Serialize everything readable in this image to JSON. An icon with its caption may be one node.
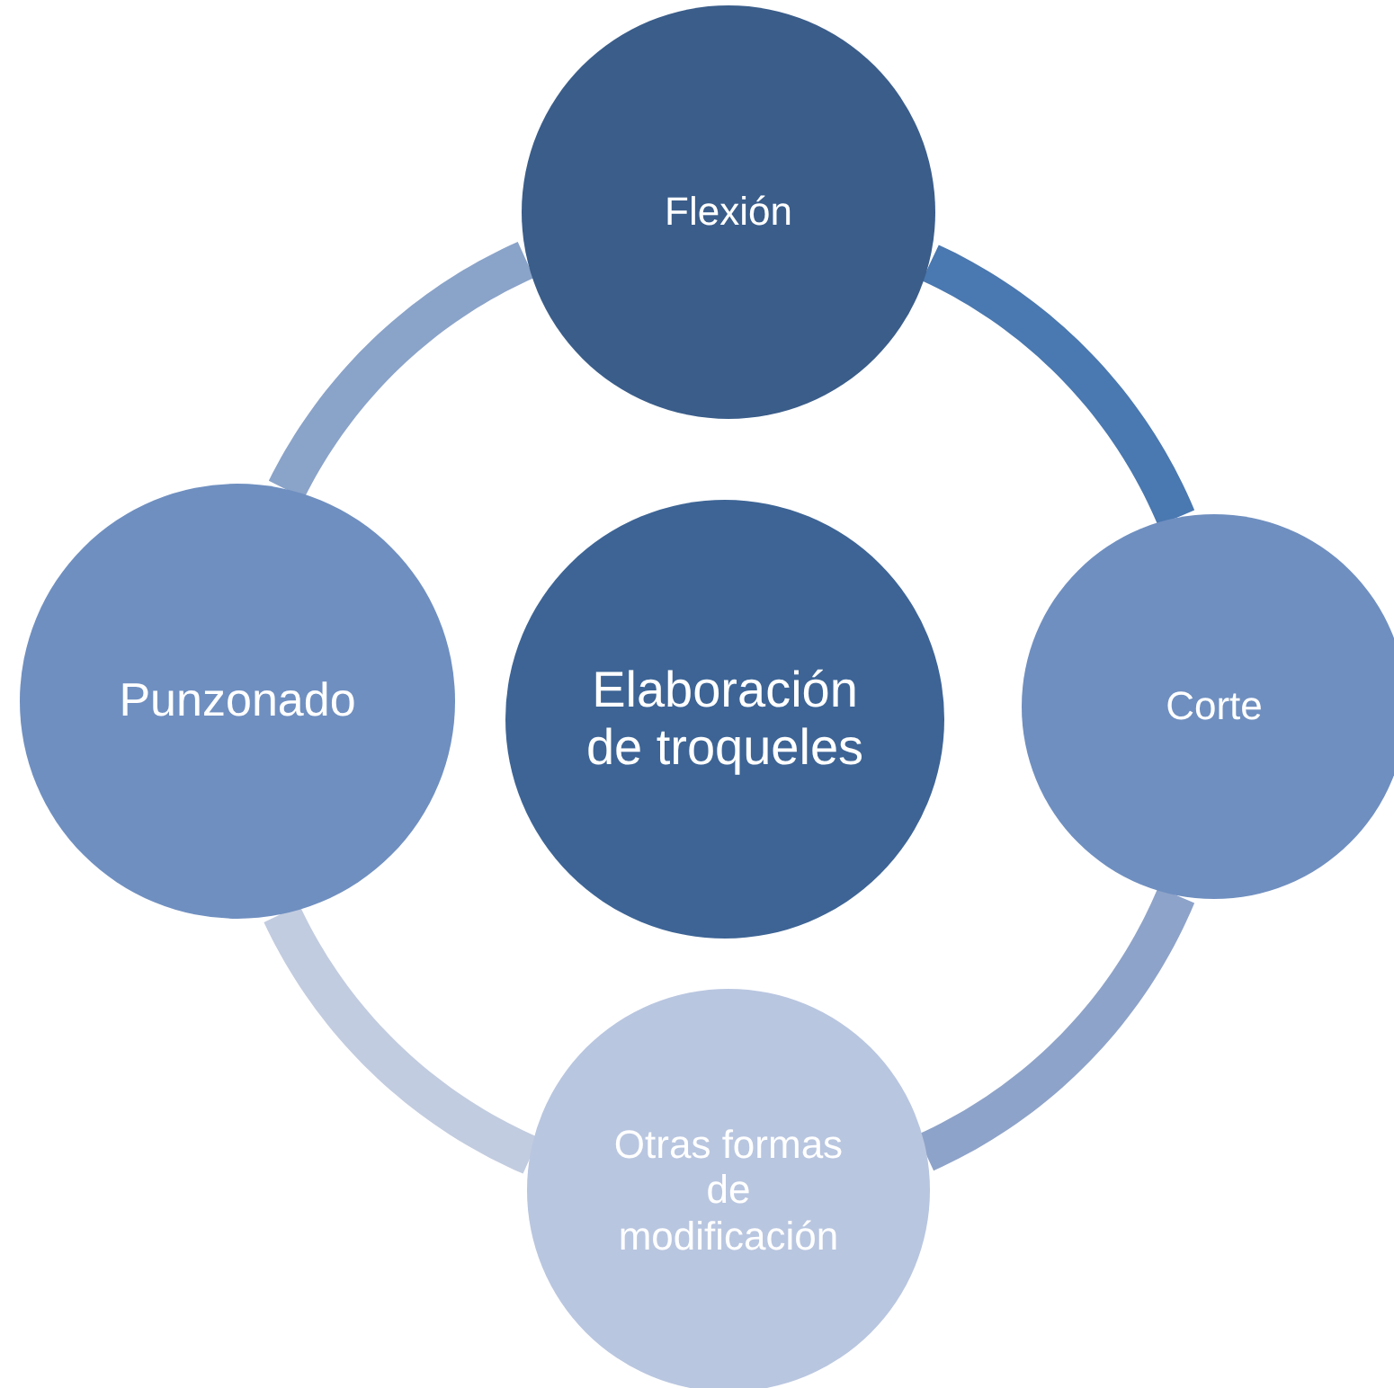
{
  "diagram": {
    "nodes": [
      {
        "text": [
          "Elaboración de troqueles"
        ]
      },
      {
        "text": [
          "Flexión"
        ]
      },
      {
        "text": [
          "Corte"
        ]
      },
      {
        "text": [
          "Otras formas de modificación"
        ]
      },
      {
        "text": [
          "Punzonado"
        ]
      }
    ],
    "edges": [
      {
        "from": 1,
        "to": 2,
        "arrow": "none",
        "color": "#4a78b0"
      },
      {
        "from": 2,
        "to": 3,
        "arrow": "none",
        "color": "#8ea3c9"
      },
      {
        "from": 3,
        "to": 4,
        "arrow": "none",
        "color": "#c2cce0"
      },
      {
        "from": 4,
        "to": 1,
        "arrow": "none",
        "color": "#8aa3c9"
      }
    ]
  }
}
